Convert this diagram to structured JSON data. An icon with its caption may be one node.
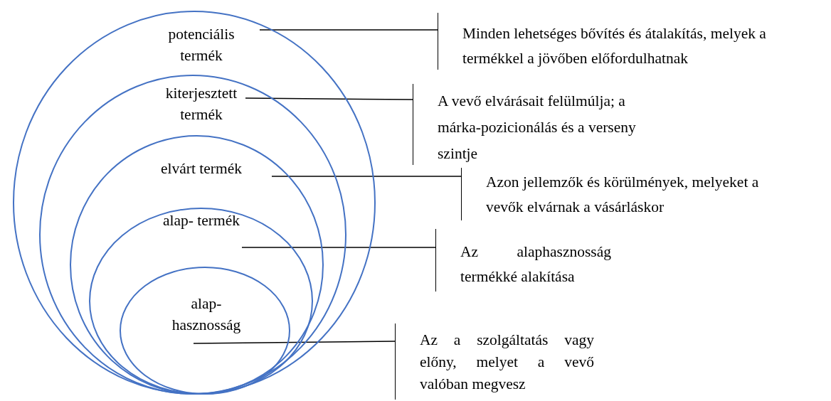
{
  "diagram": {
    "nodes": [
      {
        "text": [
          "potenciális termék"
        ]
      },
      {
        "text": [
          "kiterjesztett termék"
        ],
        "in": 0
      },
      {
        "text": [
          "elvárt termék"
        ],
        "in": 1
      },
      {
        "text": [
          "alap- termék"
        ],
        "in": 2
      },
      {
        "text": [
          "alap- hasznosság"
        ],
        "in": 3
      },
      {
        "text": [
          "Minden lehetséges bővítés és átalakítás, melyek a termékkel a jövőben előfordulhatnak"
        ]
      },
      {
        "text": [
          "A vevő elvárásait felülmúlja; a márka-pozicionálás és a verseny szintje"
        ]
      },
      {
        "text": [
          "Azon jellemzők és körülmények, melyeket a vevők elvárnak a vásárláskor"
        ]
      },
      {
        "text": [
          "Az alaphasznosság termékké alakítása"
        ]
      },
      {
        "text": [
          "Az a szolgáltatás vagy előny, melyet a vevő valóban megvesz"
        ]
      }
    ],
    "edges": [
      {
        "from": 0,
        "to": 5,
        "arrow": "none"
      },
      {
        "from": 1,
        "to": 6,
        "arrow": "none"
      },
      {
        "from": 2,
        "to": 7,
        "arrow": "none"
      },
      {
        "from": 3,
        "to": 8,
        "arrow": "none"
      },
      {
        "from": 4,
        "to": 9,
        "arrow": "none"
      }
    ]
  }
}
